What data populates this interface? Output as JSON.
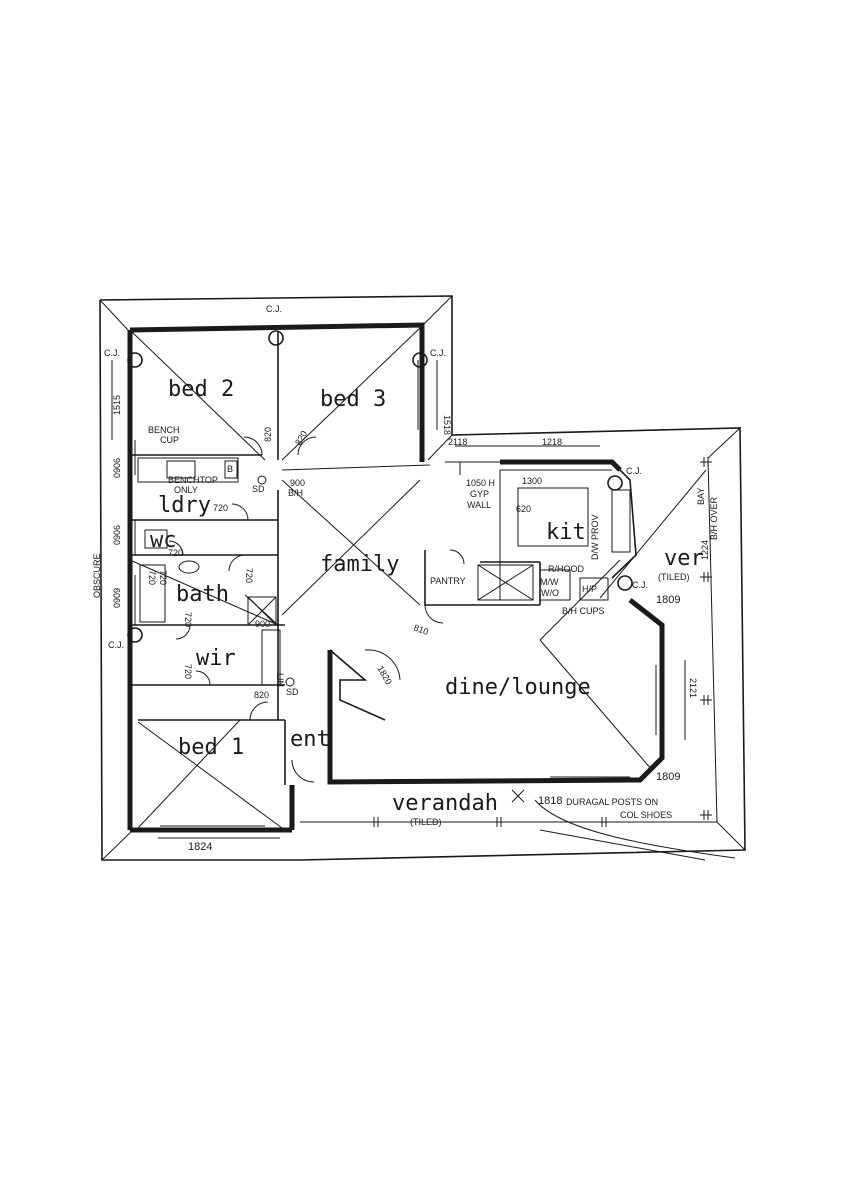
{
  "rooms": {
    "bed2": "bed 2",
    "bed3": "bed 3",
    "ldry": "ldry",
    "wc": "wc",
    "bath": "bath",
    "wir": "wir",
    "bed1": "bed 1",
    "family": "family",
    "kit": "kit",
    "ver": "ver",
    "dine": "dine/lounge",
    "ent": "ent",
    "verandah": "verandah"
  },
  "notes": {
    "cj_top": "C.J.",
    "cj_left": "C.J.",
    "cj_right": "C.J.",
    "cj_kit": "C.J.",
    "cj_ver": "C.J.",
    "cj_bath": "C.J.",
    "bench_cup_1": "BENCH",
    "bench_cup_2": "CUP",
    "benchtop_1": "BENCHTOP",
    "benchtop_2": "ONLY",
    "b_tub": "B",
    "sd1": "SD",
    "sd2": "SD",
    "gyp_1": "1050 H",
    "gyp_2": "GYP",
    "gyp_3": "WALL",
    "pantry": "PANTRY",
    "rhood": "R/HOOD",
    "mw": "M/W",
    "wo": "W/O",
    "hp": "H/P",
    "bih_cups": "B/H CUPS",
    "dw_prov": "D/W PROV",
    "bay_1": "BAY",
    "bay_2": "B/H OVER",
    "tiled_ver": "(TILED)",
    "tiled_verandah": "(TILED)",
    "lin": "LIN",
    "obscure": "OBSCURE",
    "bih": "B/H",
    "duragal": "DURAGAL POSTS ON",
    "col_shoes": "COL SHOES"
  },
  "dims": {
    "d1515": "1515",
    "d1518": "1518",
    "d820a": "820",
    "d820b": "820",
    "d820c": "820",
    "d900a": "900",
    "d900b": "900",
    "d2118": "2118",
    "d1218": "1218",
    "d1300": "1300",
    "d620": "620",
    "d720a": "720",
    "d720b": "720",
    "d720c": "720",
    "d720d": "720",
    "d720e": "720",
    "d720f": "720",
    "d720g": "720",
    "d0906a": "0906",
    "d0906b": "0906",
    "d0909": "0909",
    "d1224": "1224",
    "d1809a": "1809",
    "d1809b": "1809",
    "d2121": "2121",
    "d1820": "1820",
    "d810": "810",
    "d1818": "1818",
    "d1824": "1824"
  }
}
